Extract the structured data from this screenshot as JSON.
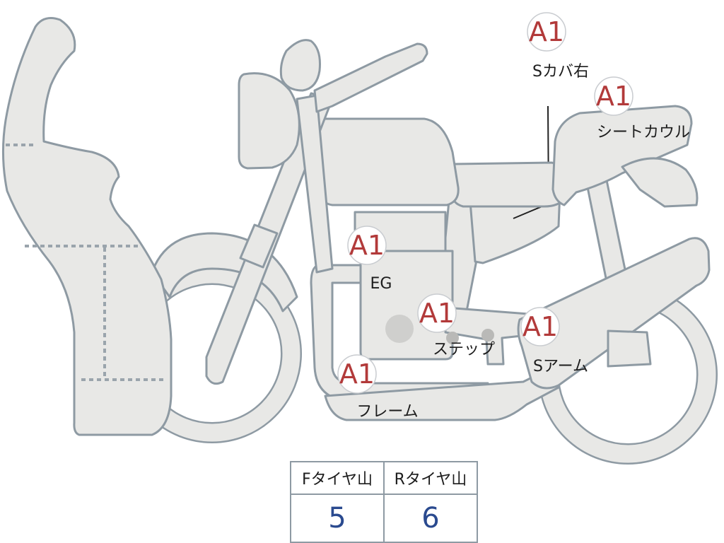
{
  "badges": {
    "seat_cover_right": "A1",
    "seat_cowl": "A1",
    "engine": "A1",
    "step": "A1",
    "swing_arm": "A1",
    "frame": "A1"
  },
  "labels": {
    "seat_cover_right": "Sカバ右",
    "seat_cowl": "シートカウル",
    "engine": "EG",
    "step": "ステップ",
    "swing_arm": "Sアーム",
    "frame": "フレーム"
  },
  "tire_table": {
    "front_header": "Fタイヤ山",
    "rear_header": "Rタイヤ山",
    "front_value": "5",
    "rear_value": "6"
  },
  "colors": {
    "part_fill": "#e8e8e6",
    "part_outline": "#8e9aa3",
    "badge_text": "#b23a3a",
    "table_value": "#2a4a8f"
  }
}
